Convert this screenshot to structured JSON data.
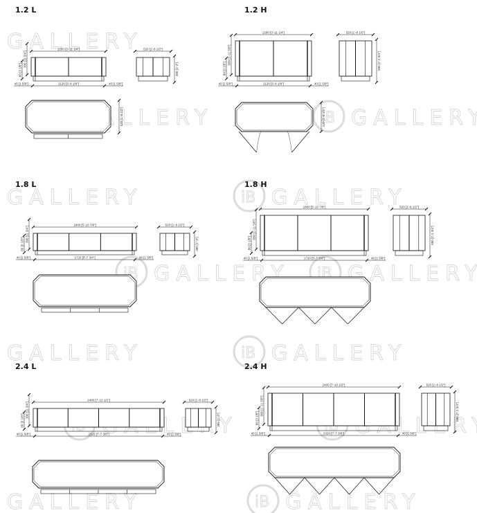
{
  "watermark": {
    "logo": "iB",
    "text": "GALLERY"
  },
  "sections": [
    {
      "title": "1.2 L",
      "width": "1200 [3'-11 1/4\"]",
      "inner": "1120 [3'-8 1/8\"]",
      "gap_left": "40 [1 5/8\"]",
      "gap_right": "40 [1 5/8\"]",
      "body_h": "300 [11 3/4\"]",
      "leg_h": "80 [3 1/8\"]",
      "depth": "520 [1'-8 1/2\"]",
      "side_h": "380 [1'-3\"]",
      "plan_depth": "520 [1'-8 1/2\"]"
    },
    {
      "title": "1.2 H",
      "width": "1200 [3'-11 1/4\"]",
      "inner": "1120 [3'-8 1/8\"]",
      "gap_left": "40 [1 5/8\"]",
      "gap_right": "40 [1 5/8\"]",
      "body_h": "600 [1'-11 5/8\"]",
      "leg_h": "80 [3 1/8\"]",
      "depth": "520 [1'-8 1/2\"]",
      "side_h": "680 [2'-2 3/4\"]",
      "plan_depth": "520 [1'-8 1/2\"]"
    },
    {
      "title": "1.8 L",
      "width": "1800 [5'-10 7/8\"]",
      "inner": "1720 [5'-7 3/4\"]",
      "gap_left": "40 [1 5/8\"]",
      "gap_right": "40 [1 5/8\"]",
      "body_h": "300 [11 3/4\"]",
      "leg_h": "80 [3 1/8\"]",
      "depth": "520 [1'-8 1/2\"]",
      "side_h": "380 [1'-3\"]"
    },
    {
      "title": "1.8 H",
      "width": "1800 [5'-10 7/8\"]",
      "inner": "1720 [5'-7 3/4\"]",
      "gap_left": "40 [1 5/8\"]",
      "gap_right": "40 [1 5/8\"]",
      "body_h": "600 [1'-11 5/8\"]",
      "leg_h": "80 [3 1/8\"]",
      "depth": "520 [1'-8 1/2\"]",
      "side_h": "680 [2'-2 3/4\"]"
    },
    {
      "title": "2.4 L",
      "width": "2400 [7'-10 1/2\"]",
      "inner": "2320 [7'-7 3/8\"]",
      "gap_left": "40 [1 5/8\"]",
      "gap_right": "40 [1 5/8\"]",
      "body_h": "300 [11 3/4\"]",
      "leg_h": "80 [3 1/8\"]",
      "depth": "520 [1'-8 1/2\"]",
      "side_h": "380 [1'-3\"]"
    },
    {
      "title": "2.4 H",
      "width": "2400 [7'-10 1/2\"]",
      "inner": "2320 [7'-7 3/8\"]",
      "gap_left": "40 [1 5/8\"]",
      "gap_right": "40 [1 5/8\"]",
      "body_h": "600 [1'-11 5/8\"]",
      "leg_h": "80 [3 1/8\"]",
      "depth": "520 [1'-8 1/2\"]",
      "side_h": "680 [2'-2 3/4\"]"
    }
  ]
}
